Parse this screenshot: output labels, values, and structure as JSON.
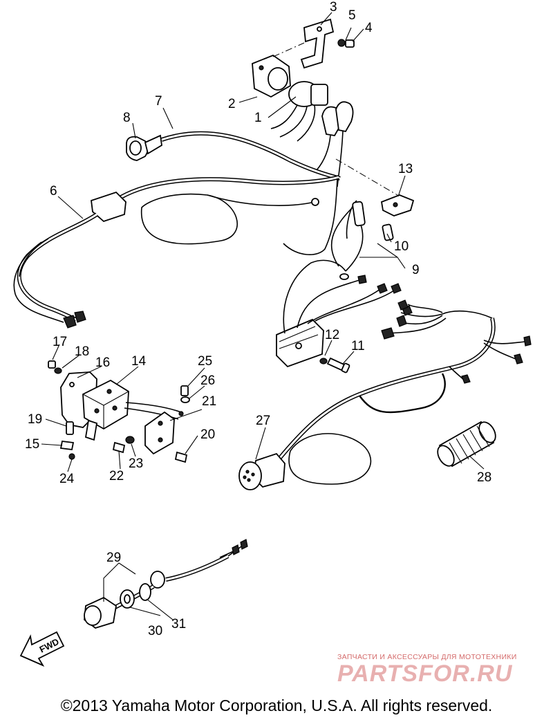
{
  "diagram": {
    "callouts": [
      "1",
      "2",
      "3",
      "4",
      "5",
      "6",
      "7",
      "8",
      "9",
      "10",
      "11",
      "12",
      "13",
      "14",
      "15",
      "16",
      "17",
      "18",
      "19",
      "20",
      "21",
      "22",
      "23",
      "24",
      "25",
      "26",
      "27",
      "28",
      "29",
      "30",
      "31"
    ],
    "fwd_label": "FWD"
  },
  "watermark": {
    "tagline": "ЗАПЧАСТИ И АКСЕССУАРЫ ДЛЯ МОТОТЕХНИКИ",
    "logo_text": "PARTSFOR.RU"
  },
  "footer": {
    "copyright": "©2013 Yamaha Motor Corporation, U.S.A. All rights reserved."
  }
}
